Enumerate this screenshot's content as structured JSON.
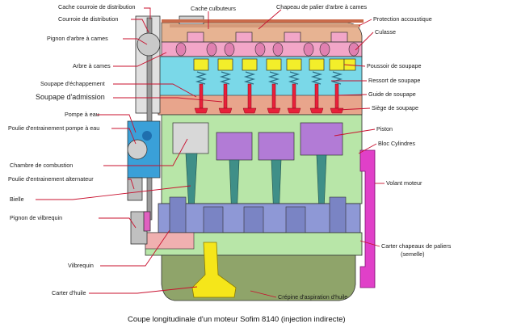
{
  "labels": {
    "cache_courroie_top": "Cache courroie de distribution",
    "cache_courroie": "Courroie de distribution",
    "pignon_arbre": "Pignon d'arbre à cames",
    "arbre_cames": "Arbre à cames",
    "soupape_echappement": "Soupape d'échappement",
    "soupape_admission": "Soupape d'admission",
    "pompe_eau": "Pompe à eau",
    "poulie_pompe": "Poulie d'entrainement pompe à eau",
    "chambre_combustion": "Chambre de combustion",
    "poulie_alternateur": "Poulie d'entrainement alternateur",
    "bielle": "Bielle",
    "pignon_vilebrequin": "Pignon de vilbrequin",
    "vilebrequin": "Vilbrequin",
    "carter_huile": "Carter d'huile",
    "cache_culbuteurs": "Cache culbuteurs",
    "chapeau_palier_top": "Chapeau de palier d'arbre à cames",
    "protection": "Protection accoustique",
    "culasse": "Culasse",
    "poussoir": "Poussoir de soupape",
    "ressort": "Ressort de soupape",
    "guide": "Guide de soupape",
    "siege": "Siège de soupape",
    "piston": "Piston",
    "bloc": "Bloc Cylindres",
    "volant": "Volant moteur",
    "carter_chapeaux_1": "Carter chapeaux de paliers",
    "carter_chapeaux_2": "(semelle)",
    "crepine": "Crépine d'aspiration d'huile"
  },
  "caption": "Coupe longitudinale d'un moteur Sofim 8140 (injection indirecte)",
  "colors": {
    "leader": "#c8102e",
    "block_green": "#b8e6a8",
    "head_salmon": "#e8a58c",
    "cam_pink": "#f2a6c8",
    "tappet_yellow": "#f3ee2a",
    "valve_cyan": "#63d3e6",
    "valve_red": "#e8203a",
    "piston_purple": "#b27bd6",
    "rod_teal": "#3f8f88",
    "crank_blue": "#8e98d6",
    "sump_olive": "#8fa46a",
    "flywheel_magenta": "#e040c8",
    "pickup_yellow": "#f5e61a",
    "pump_blue": "#3aa0d8",
    "cover_tan": "#e7b392"
  }
}
